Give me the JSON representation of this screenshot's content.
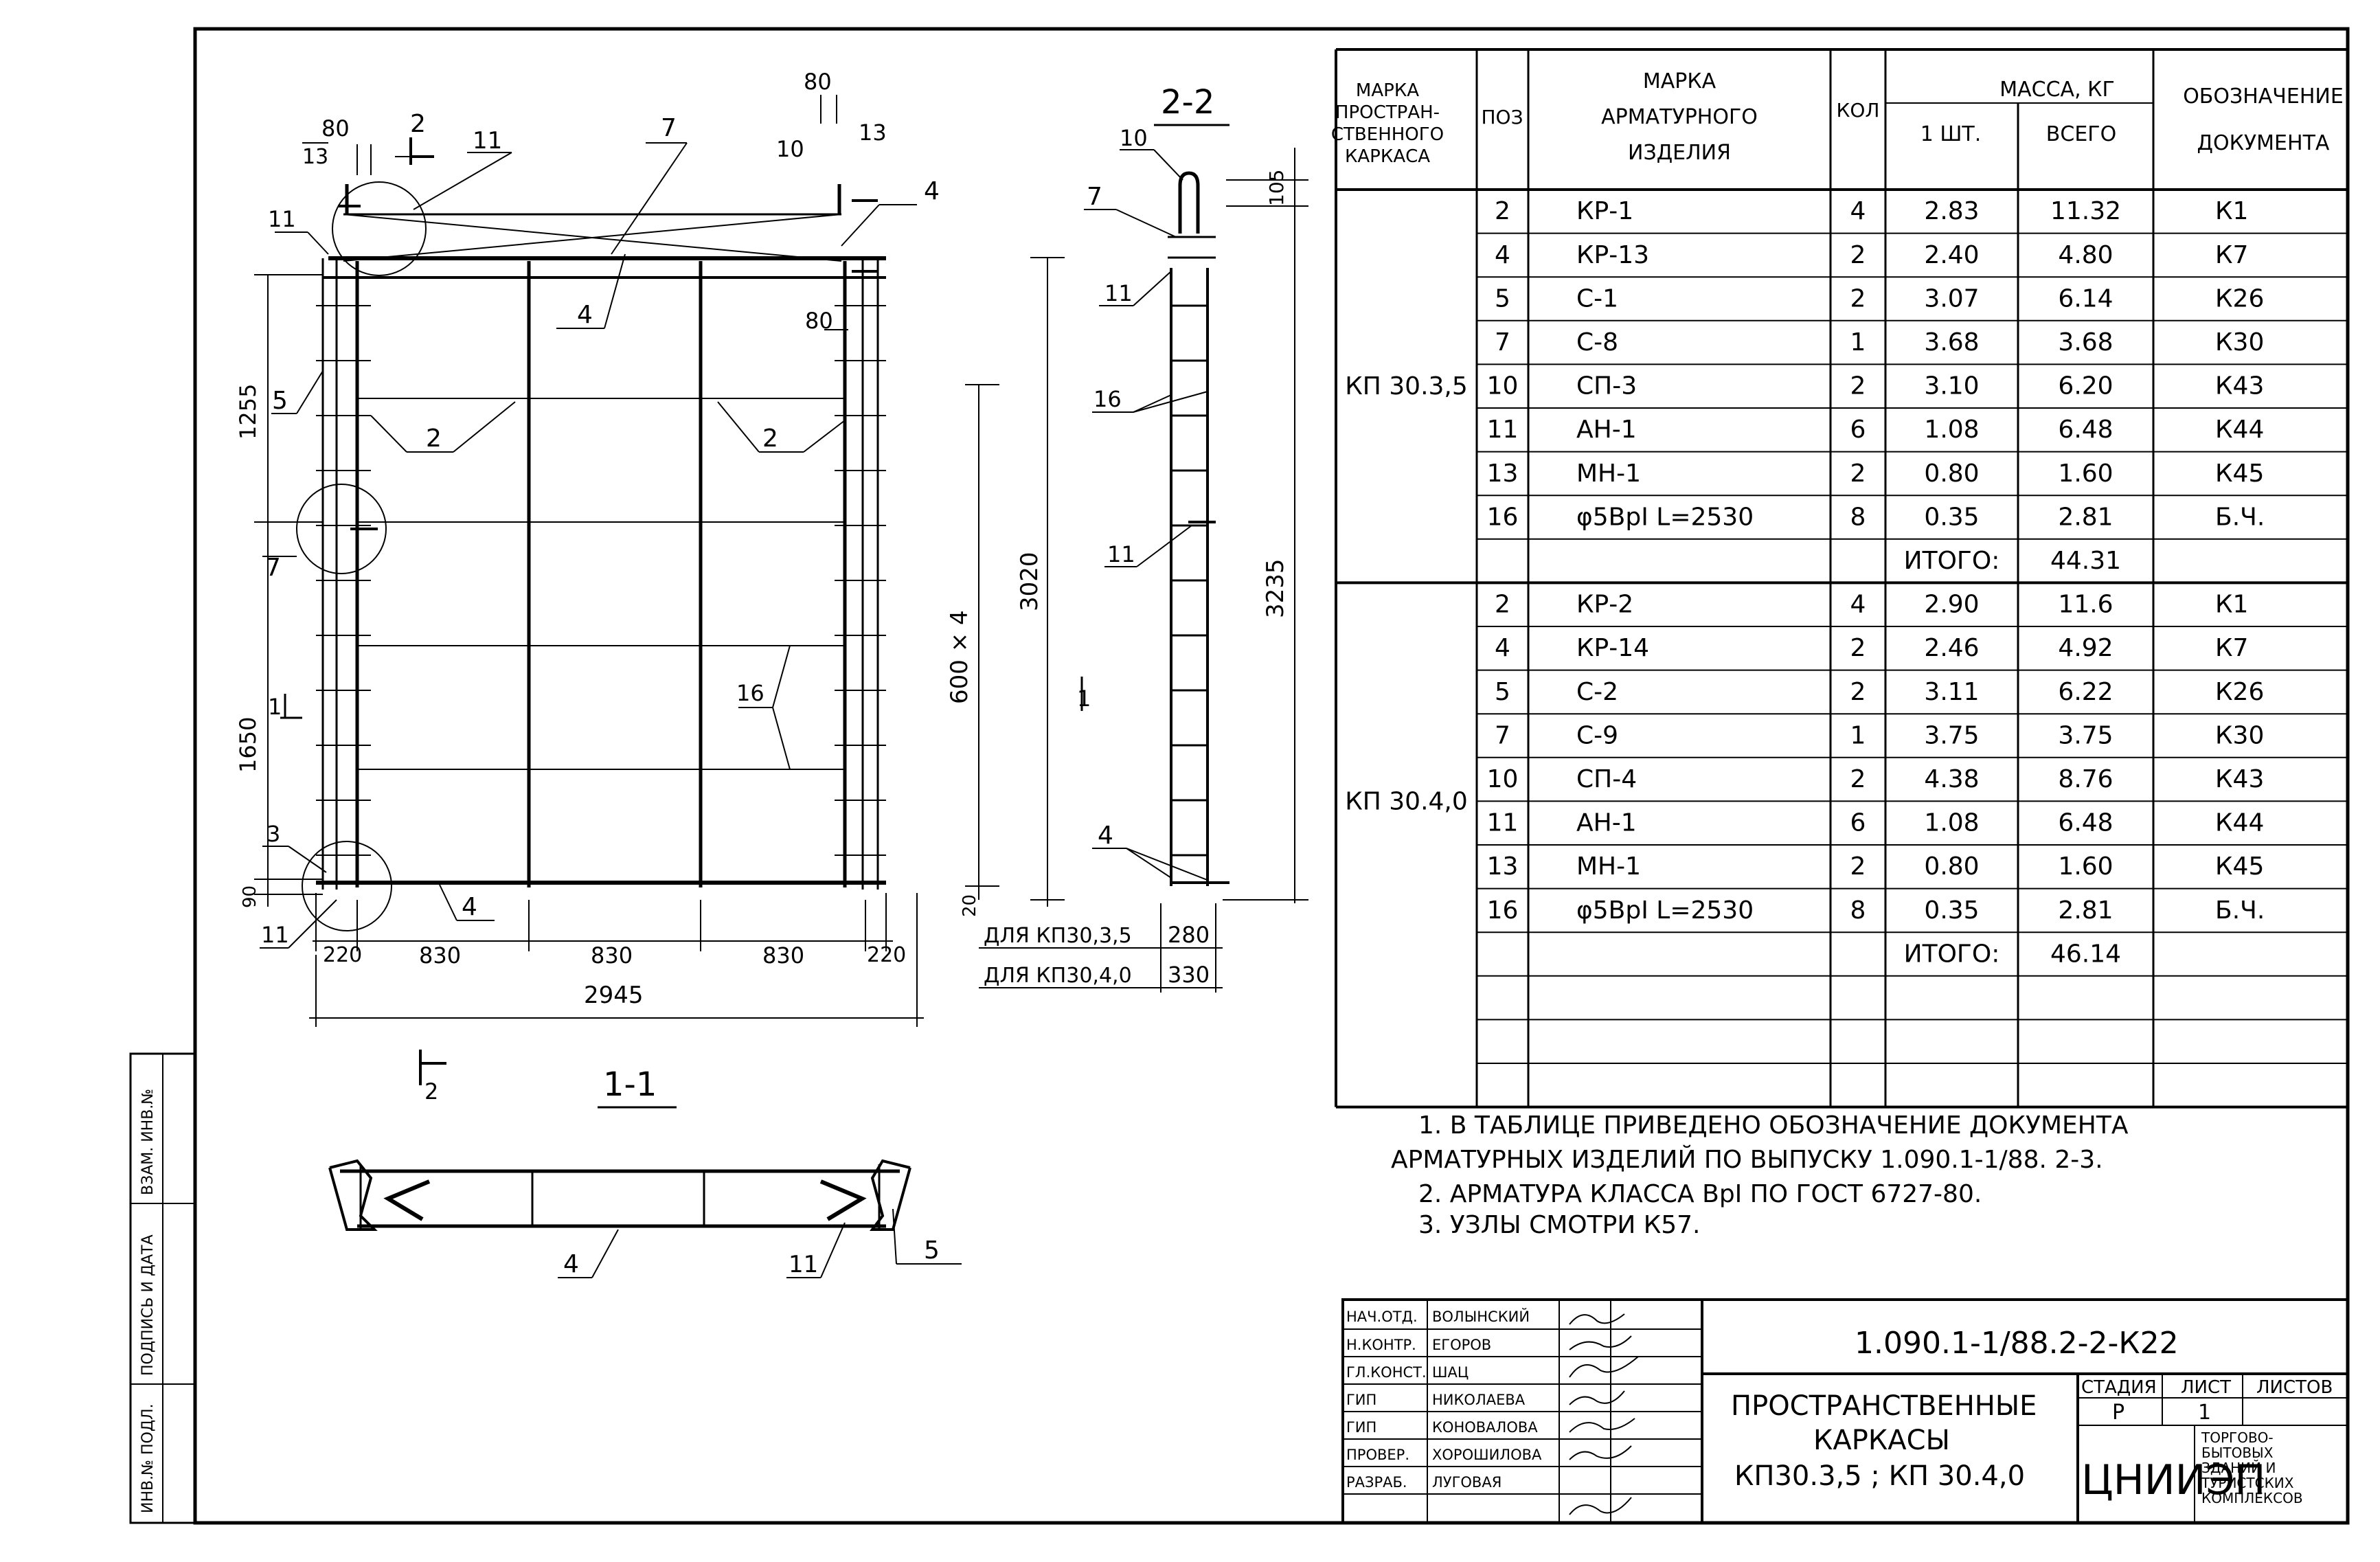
{
  "plan": {
    "title": "1-1",
    "dims_top": [
      "80",
      "80",
      "80"
    ],
    "dims_left": [
      "1255",
      "1650",
      "90"
    ],
    "dims_bottom": [
      "220",
      "830",
      "830",
      "830",
      "220"
    ],
    "dim_total": "2945",
    "dims_right": [
      "600 × 4",
      "3020",
      "20"
    ],
    "leaders": [
      "2",
      "11",
      "7",
      "13",
      "10",
      "13",
      "4",
      "11",
      "4",
      "2",
      "2",
      "5",
      "7",
      "16",
      "3",
      "11",
      "4",
      "80"
    ],
    "section_marks": [
      "2",
      "2",
      "1",
      "1"
    ]
  },
  "section22": {
    "title": "2-2",
    "dim_top": "105",
    "dim_height": "3235",
    "leaders": [
      "10",
      "7",
      "11",
      "16",
      "11",
      "4"
    ],
    "variants": [
      {
        "label": "ДЛЯ КП30,3,5",
        "value": "280"
      },
      {
        "label": "ДЛЯ КП30,4,0",
        "value": "330"
      }
    ]
  },
  "section11": {
    "leaders": [
      "4",
      "11",
      "5"
    ]
  },
  "table": {
    "headers": {
      "mark": "МАРКА ПРОСТРАН- СТВЕННОГО КАРКАСА",
      "pos": "ПОЗ",
      "item": "МАРКА АРМАТУРНОГО ИЗДЕЛИЯ",
      "qty": "КОЛ",
      "mass": "МАССА, КГ",
      "mass1": "1 ШТ.",
      "massAll": "ВСЕГО",
      "doc": "ОБОЗНАЧЕНИЕ ДОКУМЕНТА"
    },
    "groups": [
      {
        "mark": "КП 30.3,5",
        "rows": [
          {
            "pos": "2",
            "item": "КР-1",
            "qty": "4",
            "m1": "2.83",
            "mAll": "11.32",
            "doc": "К1"
          },
          {
            "pos": "4",
            "item": "КР-13",
            "qty": "2",
            "m1": "2.40",
            "mAll": "4.80",
            "doc": "К7"
          },
          {
            "pos": "5",
            "item": "С-1",
            "qty": "2",
            "m1": "3.07",
            "mAll": "6.14",
            "doc": "К26"
          },
          {
            "pos": "7",
            "item": "С-8",
            "qty": "1",
            "m1": "3.68",
            "mAll": "3.68",
            "doc": "К30"
          },
          {
            "pos": "10",
            "item": "СП-3",
            "qty": "2",
            "m1": "3.10",
            "mAll": "6.20",
            "doc": "К43"
          },
          {
            "pos": "11",
            "item": "АН-1",
            "qty": "6",
            "m1": "1.08",
            "mAll": "6.48",
            "doc": "К44"
          },
          {
            "pos": "13",
            "item": "МН-1",
            "qty": "2",
            "m1": "0.80",
            "mAll": "1.60",
            "doc": "К45"
          },
          {
            "pos": "16",
            "item": "φ5ВрI L=2530",
            "qty": "8",
            "m1": "0.35",
            "mAll": "2.81",
            "doc": "Б.Ч."
          },
          {
            "pos": "",
            "item": "",
            "qty": "",
            "m1": "ИТОГО:",
            "mAll": "44.31",
            "doc": ""
          }
        ]
      },
      {
        "mark": "КП 30.4,0",
        "rows": [
          {
            "pos": "2",
            "item": "КР-2",
            "qty": "4",
            "m1": "2.90",
            "mAll": "11.6",
            "doc": "К1"
          },
          {
            "pos": "4",
            "item": "КР-14",
            "qty": "2",
            "m1": "2.46",
            "mAll": "4.92",
            "doc": "К7"
          },
          {
            "pos": "5",
            "item": "С-2",
            "qty": "2",
            "m1": "3.11",
            "mAll": "6.22",
            "doc": "К26"
          },
          {
            "pos": "7",
            "item": "С-9",
            "qty": "1",
            "m1": "3.75",
            "mAll": "3.75",
            "doc": "К30"
          },
          {
            "pos": "10",
            "item": "СП-4",
            "qty": "2",
            "m1": "4.38",
            "mAll": "8.76",
            "doc": "К43"
          },
          {
            "pos": "11",
            "item": "АН-1",
            "qty": "6",
            "m1": "1.08",
            "mAll": "6.48",
            "doc": "К44"
          },
          {
            "pos": "13",
            "item": "МН-1",
            "qty": "2",
            "m1": "0.80",
            "mAll": "1.60",
            "doc": "К45"
          },
          {
            "pos": "16",
            "item": "φ5ВрI L=2530",
            "qty": "8",
            "m1": "0.35",
            "mAll": "2.81",
            "doc": "Б.Ч."
          },
          {
            "pos": "",
            "item": "",
            "qty": "",
            "m1": "ИТОГО:",
            "mAll": "46.14",
            "doc": ""
          },
          {
            "pos": "",
            "item": "",
            "qty": "",
            "m1": "",
            "mAll": "",
            "doc": ""
          },
          {
            "pos": "",
            "item": "",
            "qty": "",
            "m1": "",
            "mAll": "",
            "doc": ""
          },
          {
            "pos": "",
            "item": "",
            "qty": "",
            "m1": "",
            "mAll": "",
            "doc": ""
          }
        ]
      }
    ]
  },
  "notes": [
    "1. В ТАБЛИЦЕ ПРИВЕДЕНО ОБОЗНАЧЕНИЕ ДОКУМЕНТА",
    "АРМАТУРНЫХ ИЗДЕЛИЙ ПО ВЫПУСКУ 1.090.1-1/88. 2-3.",
    "2. АРМАТУРА КЛАССА ВрI ПО ГОСТ 6727-80.",
    "3. УЗЛЫ СМОТРИ К57."
  ],
  "side_stamp": [
    "ИНВ.№ ПОДЛ.",
    "ПОДПИСЬ И ДАТА",
    "ВЗАМ. ИНВ.№"
  ],
  "title_block": {
    "code": "1.090.1-1/88.2-2-К22",
    "name_lines": [
      "ПРОСТРАНСТВЕННЫЕ",
      "КАРКАСЫ",
      "КП30.3,5 ; КП 30.4,0"
    ],
    "stage_label": "СТАДИЯ",
    "sheet_label": "ЛИСТ",
    "sheets_label": "ЛИСТОВ",
    "stage": "Р",
    "sheet": "1",
    "sheets": "",
    "org": "ЦНИИЭП",
    "org_desc": [
      "ТОРГОВО-",
      "БЫТОВЫХ",
      "ЗДАНИЙ И",
      "ТУРИСТСКИХ",
      "КОМПЛЕКСОВ"
    ],
    "staff": [
      {
        "role": "НАЧ.ОТД.",
        "name": "ВОЛЫНСКИЙ"
      },
      {
        "role": "Н.КОНТР.",
        "name": "ЕГОРОВ"
      },
      {
        "role": "ГЛ.КОНСТ.",
        "name": "ШАЦ"
      },
      {
        "role": "ГИП",
        "name": "НИКОЛАЕВА"
      },
      {
        "role": "ГИП",
        "name": "КОНОВАЛОВА"
      },
      {
        "role": "ПРОВЕР.",
        "name": "ХОРОШИЛОВА"
      },
      {
        "role": "РАЗРАБ.",
        "name": "ЛУГОВАЯ"
      }
    ]
  }
}
